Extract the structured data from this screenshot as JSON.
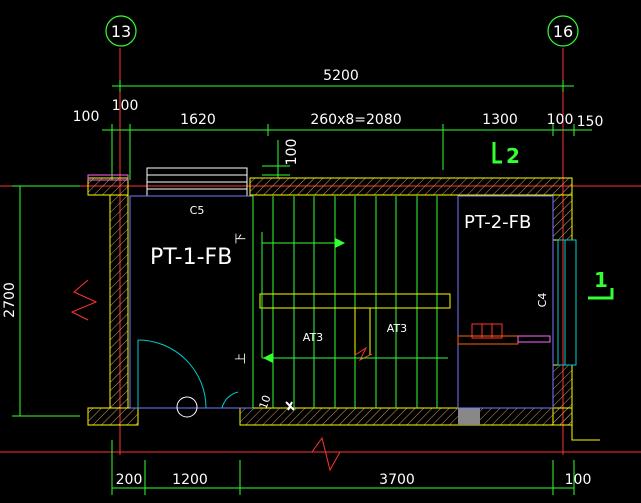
{
  "axes": {
    "left": "13",
    "right": "16"
  },
  "dimensions": {
    "overall": "5200",
    "top_left_outer": "100",
    "top_left_inner": "100",
    "top_1620": "1620",
    "top_steps": "260x8=2080",
    "top_1300": "1300",
    "top_right_100": "100",
    "top_right_150": "150",
    "wall_100": "100",
    "height": "2700",
    "bottom_200": "200",
    "bottom_1200": "1200",
    "bottom_3700": "3700",
    "bottom_100": "100"
  },
  "rooms": {
    "room1": "PT-1-FB",
    "room2": "PT-2-FB"
  },
  "labels": {
    "window_c5": "C5",
    "window_c4": "C4",
    "stair_at3_left": "AT3",
    "stair_at3_right": "AT3",
    "up_top": "下",
    "up_bottom": "上",
    "section_2": "2",
    "section_1": "1",
    "ref_10": "10"
  },
  "colors": {
    "background": "#000000",
    "dim": "#33ff33",
    "wall": "#ffff00",
    "axis": "#ff3333",
    "stair": "#33ff33",
    "room": "#7777ff",
    "door": "#00cccc"
  }
}
